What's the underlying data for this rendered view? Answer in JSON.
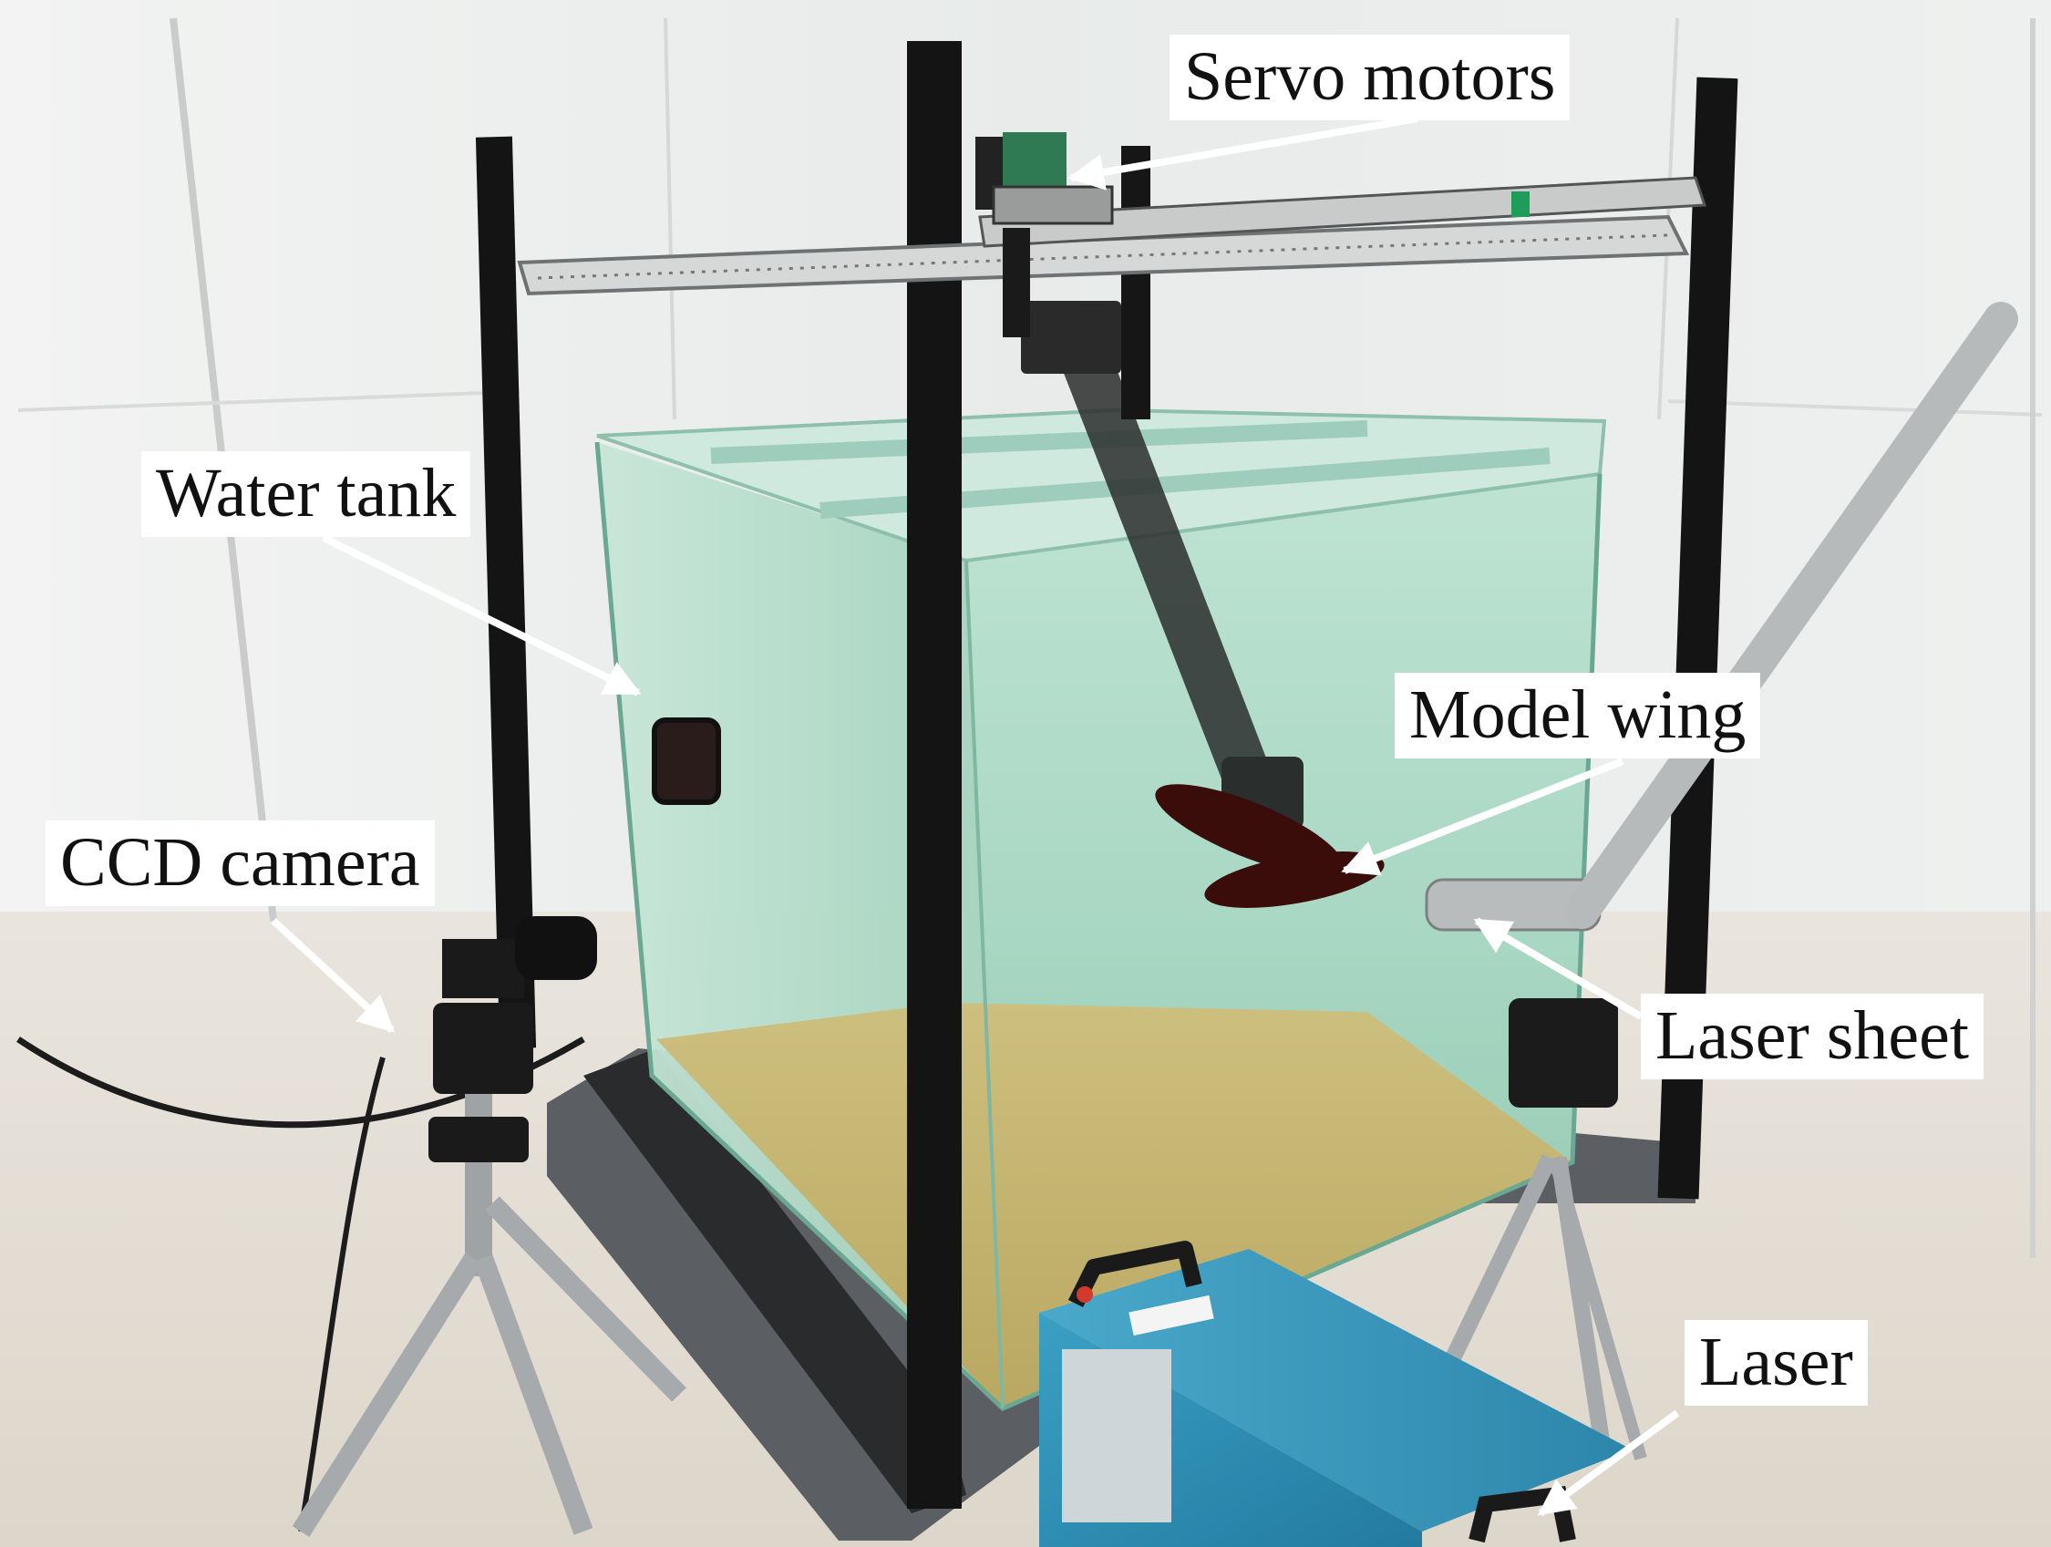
{
  "figure": {
    "labels": {
      "servo_motors": "Servo motors",
      "water_tank": "Water tank",
      "model_wing": "Model wing",
      "ccd_camera": "CCD camera",
      "laser_sheet": "Laser sheet",
      "laser": "Laser"
    }
  },
  "colors": {
    "wall": "#eef0ef",
    "floor": "#e4ded3",
    "frame": "#141414",
    "tank_water": "#9fd2bf",
    "sand": "#c4b36f",
    "wing": "#3a0d0b",
    "laser_housing": "#2f8fb5",
    "laser_handle": "#1a1a1a",
    "laser_indicator": "#d43a2c",
    "arrow": "#ffffff"
  }
}
